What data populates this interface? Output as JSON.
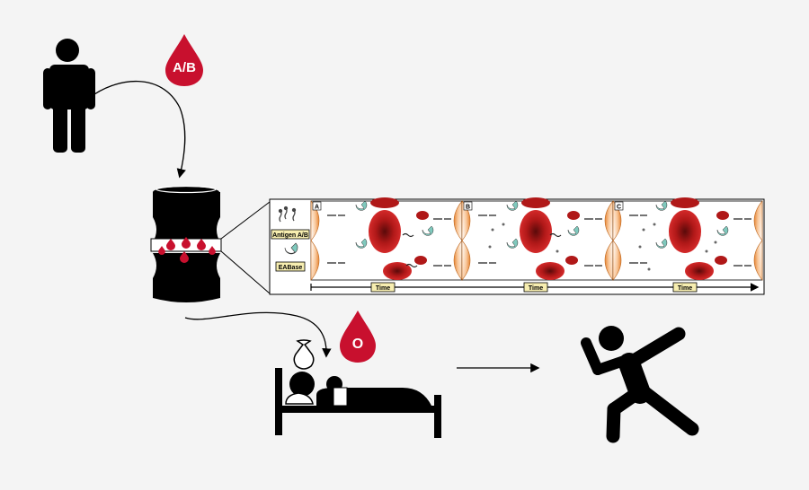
{
  "donor_blood_type": "A/B",
  "recipient_blood_type": "O",
  "legend": {
    "antigen_label": "Antigen A/B",
    "enzyme_label": "EABase"
  },
  "panels": [
    {
      "letter": "A",
      "time_label": "Time"
    },
    {
      "letter": "B",
      "time_label": "Time"
    },
    {
      "letter": "C",
      "time_label": "Time"
    }
  ],
  "colors": {
    "blood": "#c8102e",
    "cell_red": "#b01818",
    "enzyme": "#7fc9bd",
    "membrane": "#f2a86b",
    "label_bg": "#f7eeb0",
    "ink": "#000000"
  }
}
